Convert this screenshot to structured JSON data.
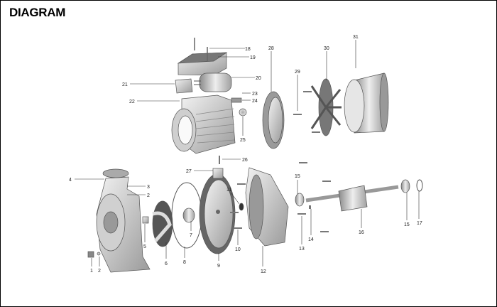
{
  "title": "DIAGRAM",
  "part_labels": {
    "p1": "1",
    "p2a": "2",
    "p2b": "2",
    "p3": "3",
    "p4": "4",
    "p5": "5",
    "p6": "6",
    "p7": "7",
    "p8": "8",
    "p9": "9",
    "p10": "10",
    "p11": "11",
    "p12": "12",
    "p13": "13",
    "p14": "14",
    "p15a": "15",
    "p15b": "15",
    "p16": "16",
    "p17": "17",
    "p18": "18",
    "p19": "19",
    "p20": "20",
    "p21": "21",
    "p22": "22",
    "p23": "23",
    "p24": "24",
    "p25": "25",
    "p26": "26",
    "p27": "27",
    "p28": "28",
    "p29": "29",
    "p30": "30",
    "p31": "31"
  },
  "colors": {
    "part_light": "#e2e2e2",
    "part_mid": "#b5b5b5",
    "part_dark": "#6e6e6e"
  }
}
